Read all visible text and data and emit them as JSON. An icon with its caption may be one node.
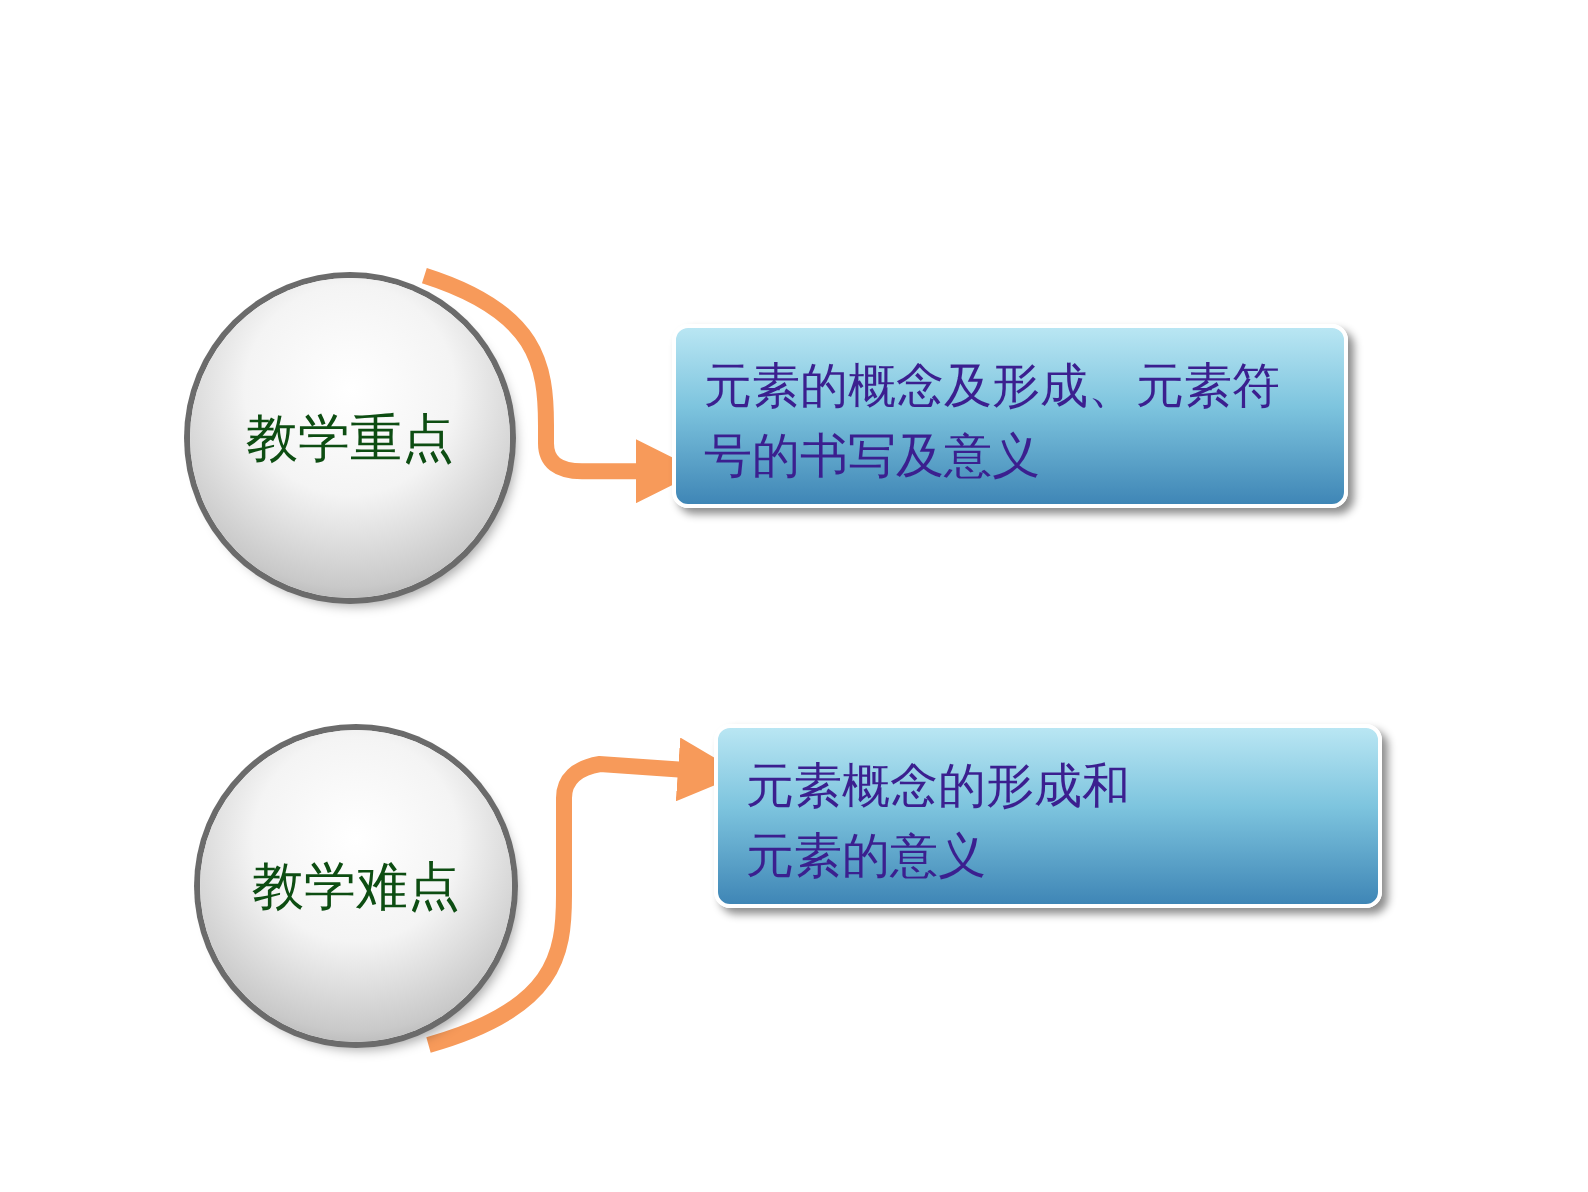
{
  "diagram": {
    "nodes": [
      {
        "text": [
          "教学重点"
        ]
      },
      {
        "text": [
          "元素的概念及形成、元素符号的书写及意义"
        ]
      },
      {
        "text": [
          "教学难点"
        ]
      },
      {
        "text": [
          "元素概念的形成和元素的意义"
        ]
      }
    ],
    "edges": [
      {
        "from": 0,
        "to": 1,
        "arrow": "to",
        "color": "#f79a5a"
      },
      {
        "from": 2,
        "to": 3,
        "arrow": "to",
        "color": "#f79a5a"
      }
    ]
  }
}
